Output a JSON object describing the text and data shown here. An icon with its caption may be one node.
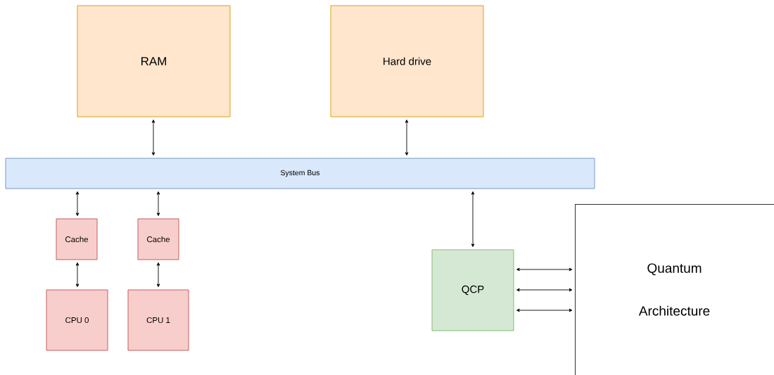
{
  "diagram": {
    "nodes": [
      {
        "text": [
          "RAM"
        ]
      },
      {
        "text": [
          "Hard drive"
        ]
      },
      {
        "text": [
          "System Bus"
        ]
      },
      {
        "text": [
          "Cache"
        ]
      },
      {
        "text": [
          "Cache"
        ]
      },
      {
        "text": [
          "CPU 0"
        ]
      },
      {
        "text": [
          "CPU 1"
        ]
      },
      {
        "text": [
          "QCP"
        ]
      },
      {
        "text": [
          "Quantum Architecture"
        ]
      }
    ],
    "edges": [
      {
        "from": 0,
        "to": 2,
        "arrow": "both"
      },
      {
        "from": 1,
        "to": 2,
        "arrow": "both"
      },
      {
        "from": 2,
        "to": 3,
        "arrow": "both"
      },
      {
        "from": 2,
        "to": 4,
        "arrow": "both"
      },
      {
        "from": 3,
        "to": 5,
        "arrow": "both"
      },
      {
        "from": 4,
        "to": 6,
        "arrow": "both"
      },
      {
        "from": 2,
        "to": 7,
        "arrow": "both"
      },
      {
        "from": 7,
        "to": 8,
        "arrow": "both"
      },
      {
        "from": 7,
        "to": 8,
        "arrow": "both"
      },
      {
        "from": 7,
        "to": 8,
        "arrow": "both"
      }
    ]
  }
}
